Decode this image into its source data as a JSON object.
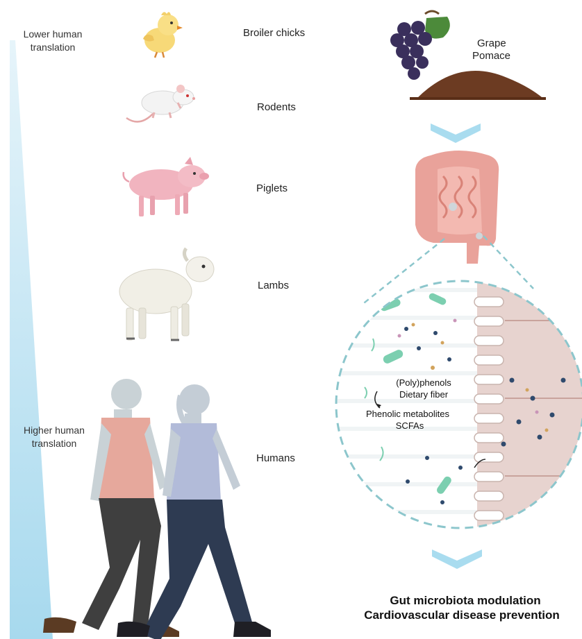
{
  "left_scale": {
    "top_label": "Lower human\ntranslation",
    "bottom_label": "Higher human\ntranslation",
    "gradient_color": "#bfe3f2"
  },
  "species": [
    {
      "label": "Broiler chicks",
      "icon": "chick-icon"
    },
    {
      "label": "Rodents",
      "icon": "rodent-icon"
    },
    {
      "label": "Piglets",
      "icon": "piglet-icon"
    },
    {
      "label": "Lambs",
      "icon": "lamb-icon"
    },
    {
      "label": "Humans",
      "icon": "humans-icon"
    }
  ],
  "source": {
    "label_line1": "Grape",
    "label_line2": "Pomace",
    "icon": "grape-icon"
  },
  "gut": {
    "icon": "intestine-icon"
  },
  "microbiome": {
    "line1": "(Poly)phenols",
    "line2": "Dietary fiber",
    "line3": "Phenolic metabolites",
    "line4": "SCFAs"
  },
  "outcome": {
    "line1": "Gut microbiota modulation",
    "line2": "Cardiovascular disease prevention"
  },
  "colors": {
    "arrow": "#a9dcef",
    "dashed": "#8cc6cc",
    "gut": "#e9a29a",
    "villi": "#e7d3cf",
    "bacteria": "#7ccfb0"
  }
}
